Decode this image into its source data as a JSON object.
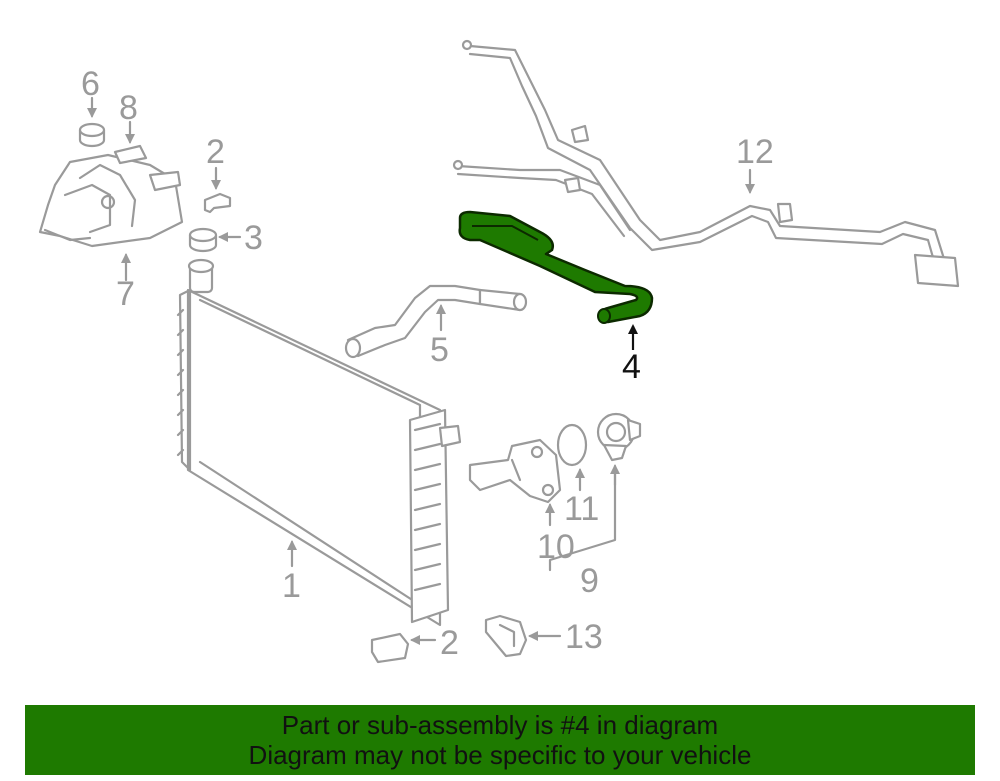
{
  "callouts": {
    "c1": "1",
    "c2a": "2",
    "c2b": "2",
    "c3": "3",
    "c4": "4",
    "c5": "5",
    "c6": "6",
    "c7": "7",
    "c8": "8",
    "c9": "9",
    "c10": "10",
    "c11": "11",
    "c12": "12",
    "c13": "13"
  },
  "banner": {
    "line1": "Part or sub-assembly is #4 in diagram",
    "line2": "Diagram may not be specific to your vehicle"
  },
  "colors": {
    "highlight": "#1e7a00",
    "banner_bg": "#1e7a00",
    "parts": "#9a9a9a"
  }
}
